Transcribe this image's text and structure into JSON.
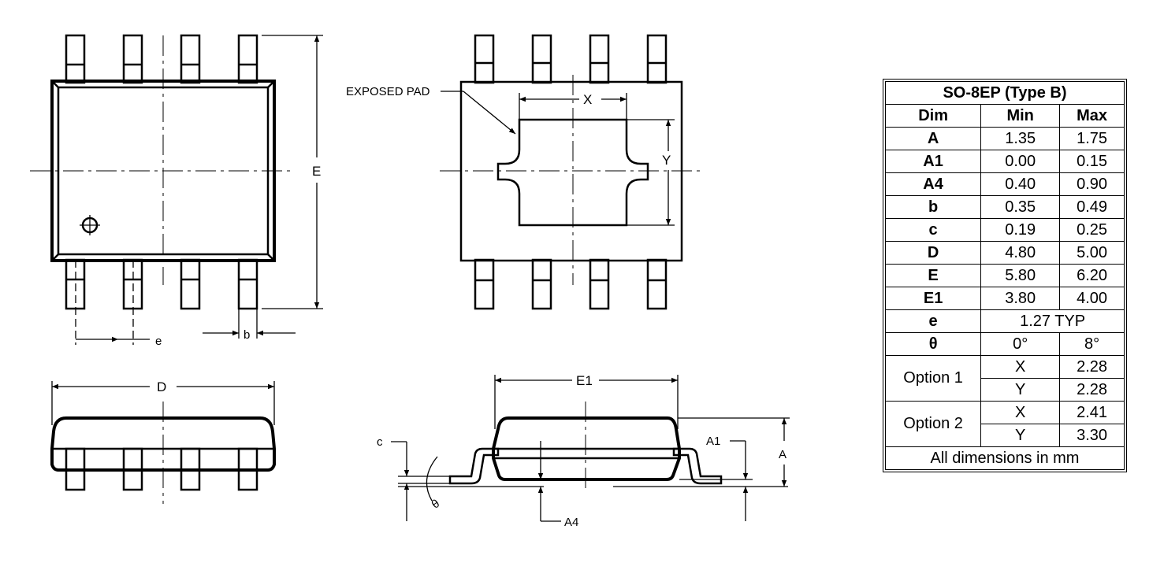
{
  "labels": {
    "exposed_pad": "EXPOSED PAD",
    "x": "X",
    "y": "Y",
    "e_big": "E",
    "e_small": "e",
    "b": "b",
    "d": "D",
    "e1": "E1",
    "a1": "A1",
    "a": "A",
    "a4": "A4",
    "c": "c",
    "theta": "θ"
  },
  "table": {
    "title": "SO-8EP (Type B)",
    "headers": [
      "Dim",
      "Min",
      "Max"
    ],
    "rows": [
      {
        "dim": "A",
        "min": "1.35",
        "max": "1.75"
      },
      {
        "dim": "A1",
        "min": "0.00",
        "max": "0.15"
      },
      {
        "dim": "A4",
        "min": "0.40",
        "max": "0.90"
      },
      {
        "dim": "b",
        "min": "0.35",
        "max": "0.49"
      },
      {
        "dim": "c",
        "min": "0.19",
        "max": "0.25"
      },
      {
        "dim": "D",
        "min": "4.80",
        "max": "5.00"
      },
      {
        "dim": "E",
        "min": "5.80",
        "max": "6.20"
      },
      {
        "dim": "E1",
        "min": "3.80",
        "max": "4.00"
      }
    ],
    "e_row": {
      "dim": "e",
      "value": "1.27 TYP"
    },
    "theta_row": {
      "dim": "θ",
      "min": "0°",
      "max": "8°"
    },
    "options": [
      {
        "label": "Option 1",
        "x_label": "X",
        "x_value": "2.28",
        "y_label": "Y",
        "y_value": "2.28"
      },
      {
        "label": "Option 2",
        "x_label": "X",
        "x_value": "2.41",
        "y_label": "Y",
        "y_value": "3.30"
      }
    ],
    "footer": "All dimensions in mm"
  }
}
